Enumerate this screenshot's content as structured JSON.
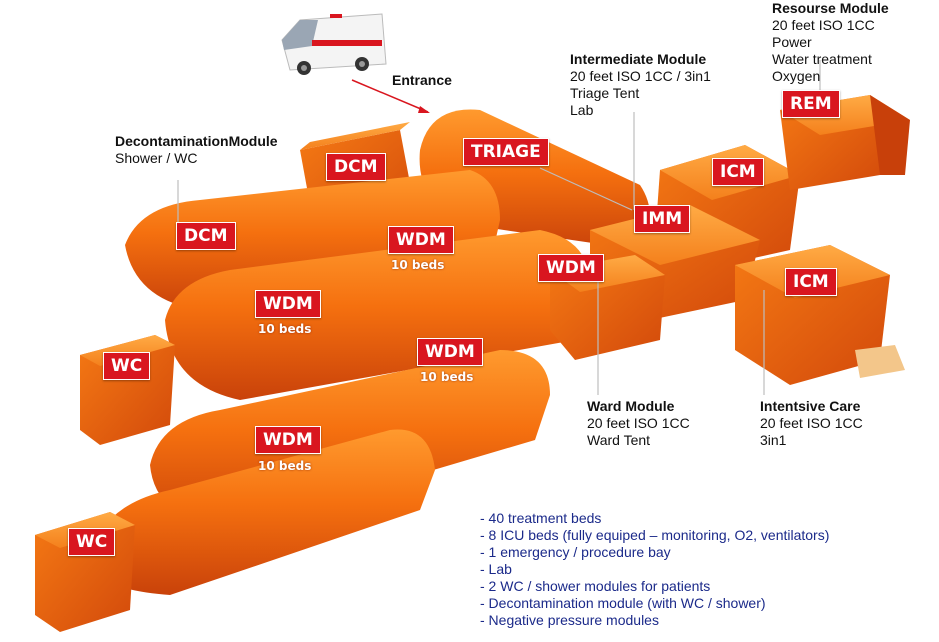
{
  "entrance": "Entrance",
  "tags": {
    "dcm_top": "DCM",
    "dcm_left": "DCM",
    "triage": "TRIAGE",
    "imm": "IMM",
    "icm_top": "ICM",
    "icm_right": "ICM",
    "rem": "REM",
    "wdm_1": "WDM",
    "wdm_2": "WDM",
    "wdm_3": "WDM",
    "wdm_4": "WDM",
    "wdm_5": "WDM",
    "wc_1": "WC",
    "wc_2": "WC"
  },
  "beds": {
    "wdm_1": "10 beds",
    "wdm_2": "10 beds",
    "wdm_4": "10 beds",
    "wdm_5": "10 beds"
  },
  "annotations": {
    "decon": {
      "title": "DecontaminationModule",
      "lines": [
        "Shower / WC"
      ]
    },
    "intermediate": {
      "title": "Intermediate Module",
      "lines": [
        "20 feet ISO 1CC / 3in1",
        "Triage Tent",
        "Lab"
      ]
    },
    "resource": {
      "title": "Resourse Module",
      "lines": [
        "20 feet ISO 1CC",
        "Power",
        "Water treatment",
        "Oxygen"
      ]
    },
    "ward": {
      "title": "Ward Module",
      "lines": [
        "20 feet ISO 1CC",
        "Ward Tent"
      ]
    },
    "intensive": {
      "title": "Intentsive Care",
      "lines": [
        "20 feet ISO 1CC",
        "3in1"
      ]
    }
  },
  "summary": [
    "- 40 treatment beds",
    "- 8 ICU beds (fully equiped – monitoring, O2, ventilators)",
    "- 1 emergency / procedure bay",
    "- Lab",
    "- 2 WC / shower modules for patients",
    "- Decontamination module (with WC / shower)",
    "- Negative pressure modules"
  ],
  "colors": {
    "tag_red": "#d9161f",
    "module_orange": "#f26a0f",
    "module_dark": "#c8400a",
    "summary_blue": "#1b2a8a"
  }
}
